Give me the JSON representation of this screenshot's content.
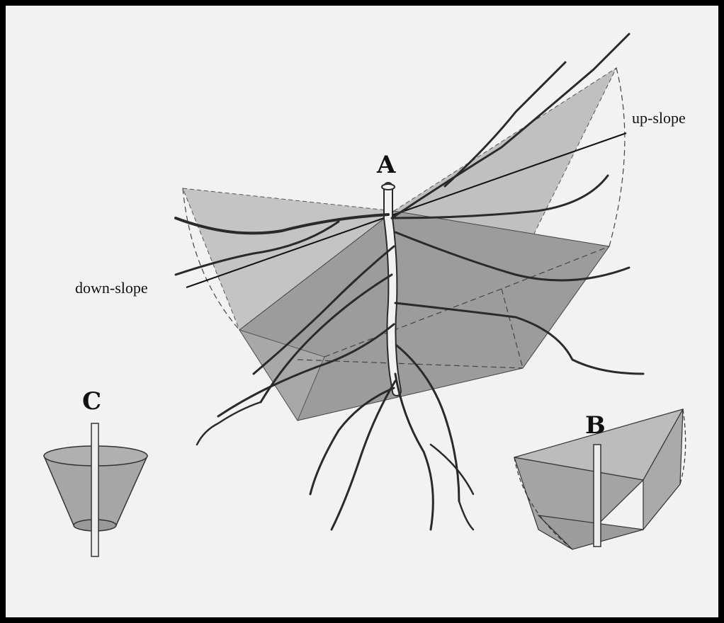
{
  "labels": {
    "A": "A",
    "B": "B",
    "C": "C",
    "up_slope": "up-slope",
    "down_slope": "down-slope"
  },
  "colors": {
    "background": "#f2f2f0",
    "plane_light": "#bdbdbd",
    "plane_dark": "#9a9a9a",
    "ink": "#2a2a2a"
  }
}
